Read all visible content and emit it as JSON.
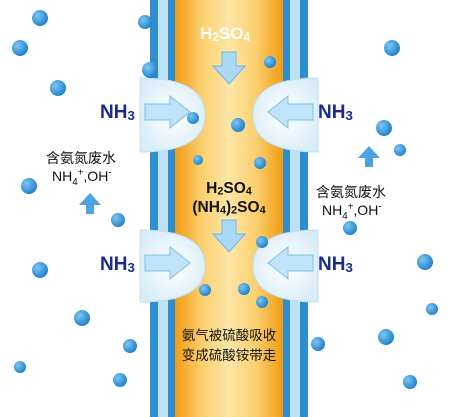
{
  "membrane": {
    "top_acid": "H2SO4",
    "middle_line1": "H2SO4",
    "middle_line2": "(NH4)2SO4",
    "bottom_line1": "氨气被硫酸吸收",
    "bottom_line2": "变成硫酸铵带走"
  },
  "gas_labels": {
    "left_top": "NH3",
    "right_top": "NH3",
    "left_bottom": "NH3",
    "right_bottom": "NH3"
  },
  "wastewater": {
    "left_title": "含氨氮废水",
    "left_ions": "NH4+,OH-",
    "right_title": "含氨氮废水",
    "right_ions": "NH4+,OH-"
  },
  "colors": {
    "channel_orange": "#f6a623",
    "channel_light": "#fde9b0",
    "membrane_blue": "#2e8fd0",
    "dot_blue": "#2a8fd6",
    "arrow_blue": "#4ba3e6"
  },
  "icons": [
    "down-arrow-icon",
    "left-arrow-icon",
    "right-arrow-icon",
    "up-arrow-icon",
    "molecule-dot-icon"
  ]
}
